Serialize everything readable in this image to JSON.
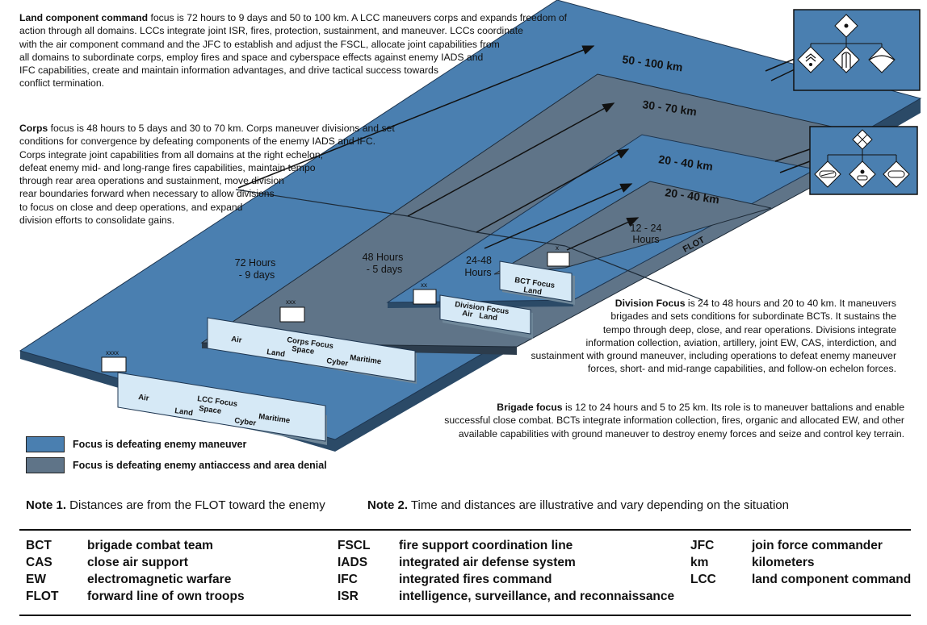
{
  "diagram": {
    "zones": [
      {
        "distance": "50 - 100 km",
        "time": [
          "72 Hours",
          "- 9 days"
        ],
        "echelon": "xxxx"
      },
      {
        "distance": "30 - 70 km",
        "time": [
          "48 Hours",
          "- 5 days"
        ],
        "echelon": "xxx"
      },
      {
        "distance": "20 - 40 km",
        "time": [
          "24-48",
          "Hours"
        ],
        "echelon": "xx"
      },
      {
        "distance": "20 - 40 km",
        "time": [
          "12 - 24",
          "Hours"
        ],
        "echelon": "x"
      }
    ],
    "flot_label": "FLOT",
    "panels": {
      "lcc": [
        "LCC Focus",
        "Air",
        "Land",
        "Space",
        "Cyber",
        "Maritime"
      ],
      "corps": [
        "Corps Focus",
        "Air",
        "Land",
        "Space",
        "Cyber",
        "Maritime"
      ],
      "division": [
        "Division Focus",
        "Air",
        "Land"
      ],
      "bct": [
        "BCT Focus",
        "Land"
      ]
    }
  },
  "text": {
    "lcc": {
      "bold": "Land component command",
      "lines": [
        " focus is 72 hours to 9 days and 50 to 100 km. A LCC maneuvers corps and expands freedom of",
        "action through all domains. LCCs integrate joint ISR, fires, protection, sustainment, and maneuver. LCCs coordinate",
        "with the air component command and the JFC to establish and adjust the FSCL, allocate joint capabilities from",
        "all domains to subordinate corps, employ fires and space and cyberspace effects against enemy IADS and",
        "IFC capabilities, create and maintain information advantages, and drive tactical success towards",
        "conflict termination."
      ]
    },
    "corps": {
      "bold": "Corps",
      "lines": [
        " focus is 48 hours to 5 days and 30 to 70 km. Corps maneuver divisions and set",
        "conditions for convergence by defeating components of the enemy IADS and IFC.",
        "Corps integrate joint capabilities from all domains at the right echelon,",
        "defeat enemy mid- and long-range fires capabilities, maintain tempo",
        "through rear area operations and sustainment, move division",
        "rear boundaries forward when necessary to allow divisions",
        "to focus on close and deep operations, and expand",
        "division efforts to consolidate gains."
      ]
    },
    "division": {
      "bold": "Division Focus",
      "lines": [
        " is 24 to 48 hours and 20 to 40 km. It maneuvers",
        "brigades and sets conditions for subordinate BCTs. It sustains the",
        "tempo through deep, close, and rear operations. Divisions integrate",
        "information collection, aviation, artillery, joint EW, CAS, interdiction, and",
        "sustainment with ground maneuver, including operations to defeat enemy maneuver",
        "forces, short- and mid-range capabilities, and follow-on echelon forces."
      ]
    },
    "brigade": {
      "bold": "Brigade focus",
      "lines": [
        " is 12 to 24 hours and 5 to 25 km. Its role is to maneuver battalions and enable",
        "successful close combat. BCTs integrate information collection, fires, organic and allocated EW, and other",
        "available capabilities with ground maneuver to destroy enemy forces and seize and control key terrain."
      ]
    }
  },
  "legend": [
    {
      "label": "Focus is defeating enemy maneuver",
      "color": "#4a7fb0"
    },
    {
      "label": "Focus is defeating enemy antiaccess and area denial",
      "color": "#5f7488"
    }
  ],
  "notes": [
    {
      "bold": "Note 1.",
      "text": " Distances are from the FLOT toward the enemy"
    },
    {
      "bold": "Note 2.",
      "text": " Time and distances are illustrative and vary depending on the situation"
    }
  ],
  "glossary": [
    [
      {
        "abbr": "BCT",
        "def": "brigade combat team"
      },
      {
        "abbr": "CAS",
        "def": "close air support"
      },
      {
        "abbr": "EW",
        "def": "electromagnetic warfare"
      },
      {
        "abbr": "FLOT",
        "def": "forward line of own troops"
      }
    ],
    [
      {
        "abbr": "FSCL",
        "def": "fire support coordination line"
      },
      {
        "abbr": "IADS",
        "def": "integrated air defense system"
      },
      {
        "abbr": "IFC",
        "def": "integrated fires command"
      },
      {
        "abbr": "ISR",
        "def": "intelligence, surveillance, and reconnaissance"
      }
    ],
    [
      {
        "abbr": "JFC",
        "def": "join force commander"
      },
      {
        "abbr": "km",
        "def": "kilometers"
      },
      {
        "abbr": "LCC",
        "def": "land component command"
      }
    ]
  ]
}
